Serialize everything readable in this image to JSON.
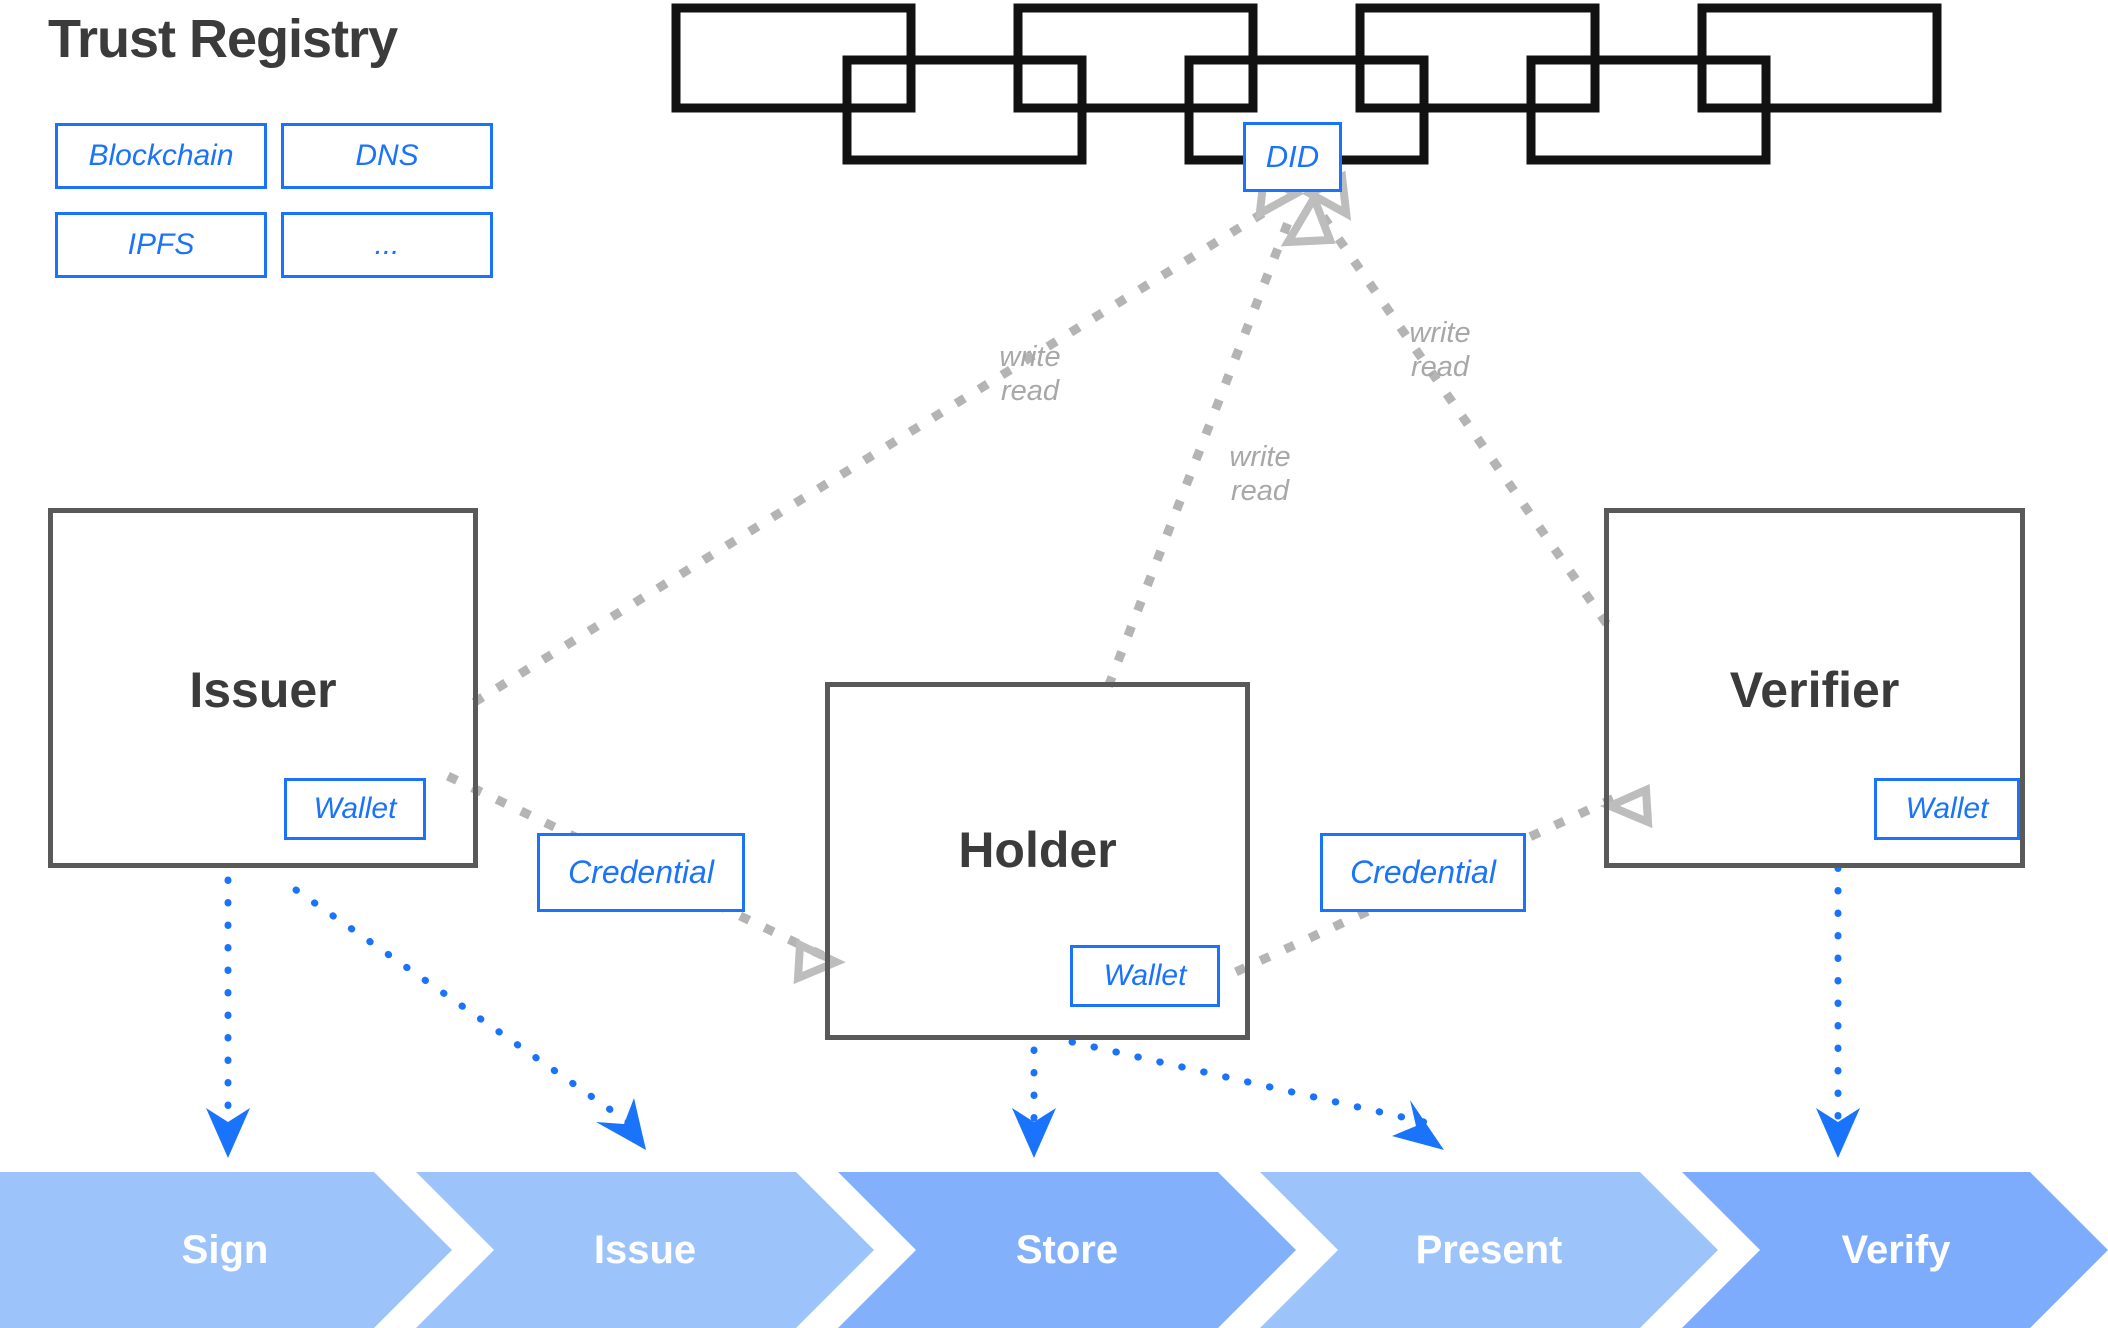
{
  "title": "Trust Registry",
  "colors": {
    "accent_blue": "#1a73fb",
    "actor_stroke": "#595959",
    "chain_stroke": "#111111",
    "dotted_gray": "#b4b4b4",
    "text_dark": "#3b3b3b",
    "chevron_light": "#9dc3fb",
    "chevron_dark": "#7cacfb",
    "label_gray": "#a8a8a8"
  },
  "registry": {
    "items": [
      {
        "label": "Blockchain"
      },
      {
        "label": "DNS"
      },
      {
        "label": "IPFS"
      },
      {
        "label": "..."
      }
    ]
  },
  "ledger": {
    "did_label": "DID",
    "block_count_top": 4,
    "block_count_bottom": 3
  },
  "actors": [
    {
      "name": "Issuer",
      "label": "Issuer",
      "wallet": "Wallet"
    },
    {
      "name": "Holder",
      "label": "Holder",
      "wallet": "Wallet"
    },
    {
      "name": "Verifier",
      "label": "Verifier",
      "wallet": "Wallet"
    }
  ],
  "credentials": [
    {
      "label": "Credential"
    },
    {
      "label": "Credential"
    }
  ],
  "registry_links": [
    {
      "from": "Issuer",
      "to": "DID",
      "line1": "write",
      "line2": "read"
    },
    {
      "from": "Holder",
      "to": "DID",
      "line1": "write",
      "line2": "read"
    },
    {
      "from": "Verifier",
      "to": "DID",
      "line1": "write",
      "line2": "read"
    }
  ],
  "pipeline": {
    "steps": [
      {
        "label": "Sign",
        "shade": "light"
      },
      {
        "label": "Issue",
        "shade": "light"
      },
      {
        "label": "Store",
        "shade": "dark"
      },
      {
        "label": "Present",
        "shade": "light"
      },
      {
        "label": "Verify",
        "shade": "dark"
      }
    ]
  }
}
